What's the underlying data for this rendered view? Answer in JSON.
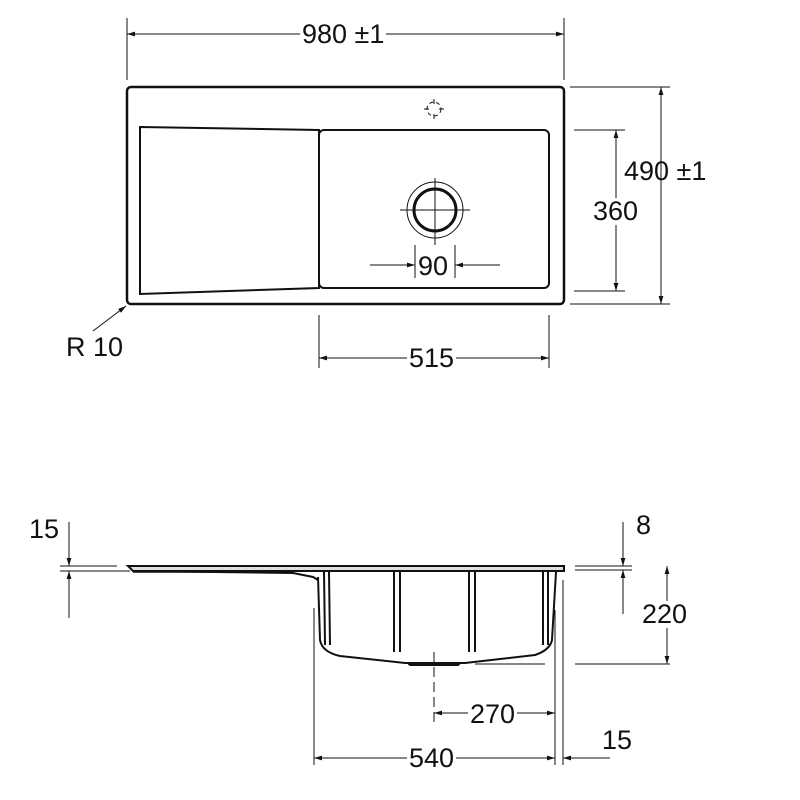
{
  "drawing": {
    "title": "Kitchen sink technical drawing",
    "top_view": {
      "overall_width": "980 ±1",
      "overall_depth": "490 ±1",
      "bowl_depth": "360",
      "bowl_width": "515",
      "drain_diameter": "90",
      "corner_radius": "R 10"
    },
    "side_view": {
      "slab_thickness": "15",
      "rim_thickness": "8",
      "bowl_height": "220",
      "drain_offset": "270",
      "bowl_outer_width": "540",
      "wall_offset": "15"
    },
    "colors": {
      "line": "#111111",
      "background": "#ffffff"
    }
  }
}
